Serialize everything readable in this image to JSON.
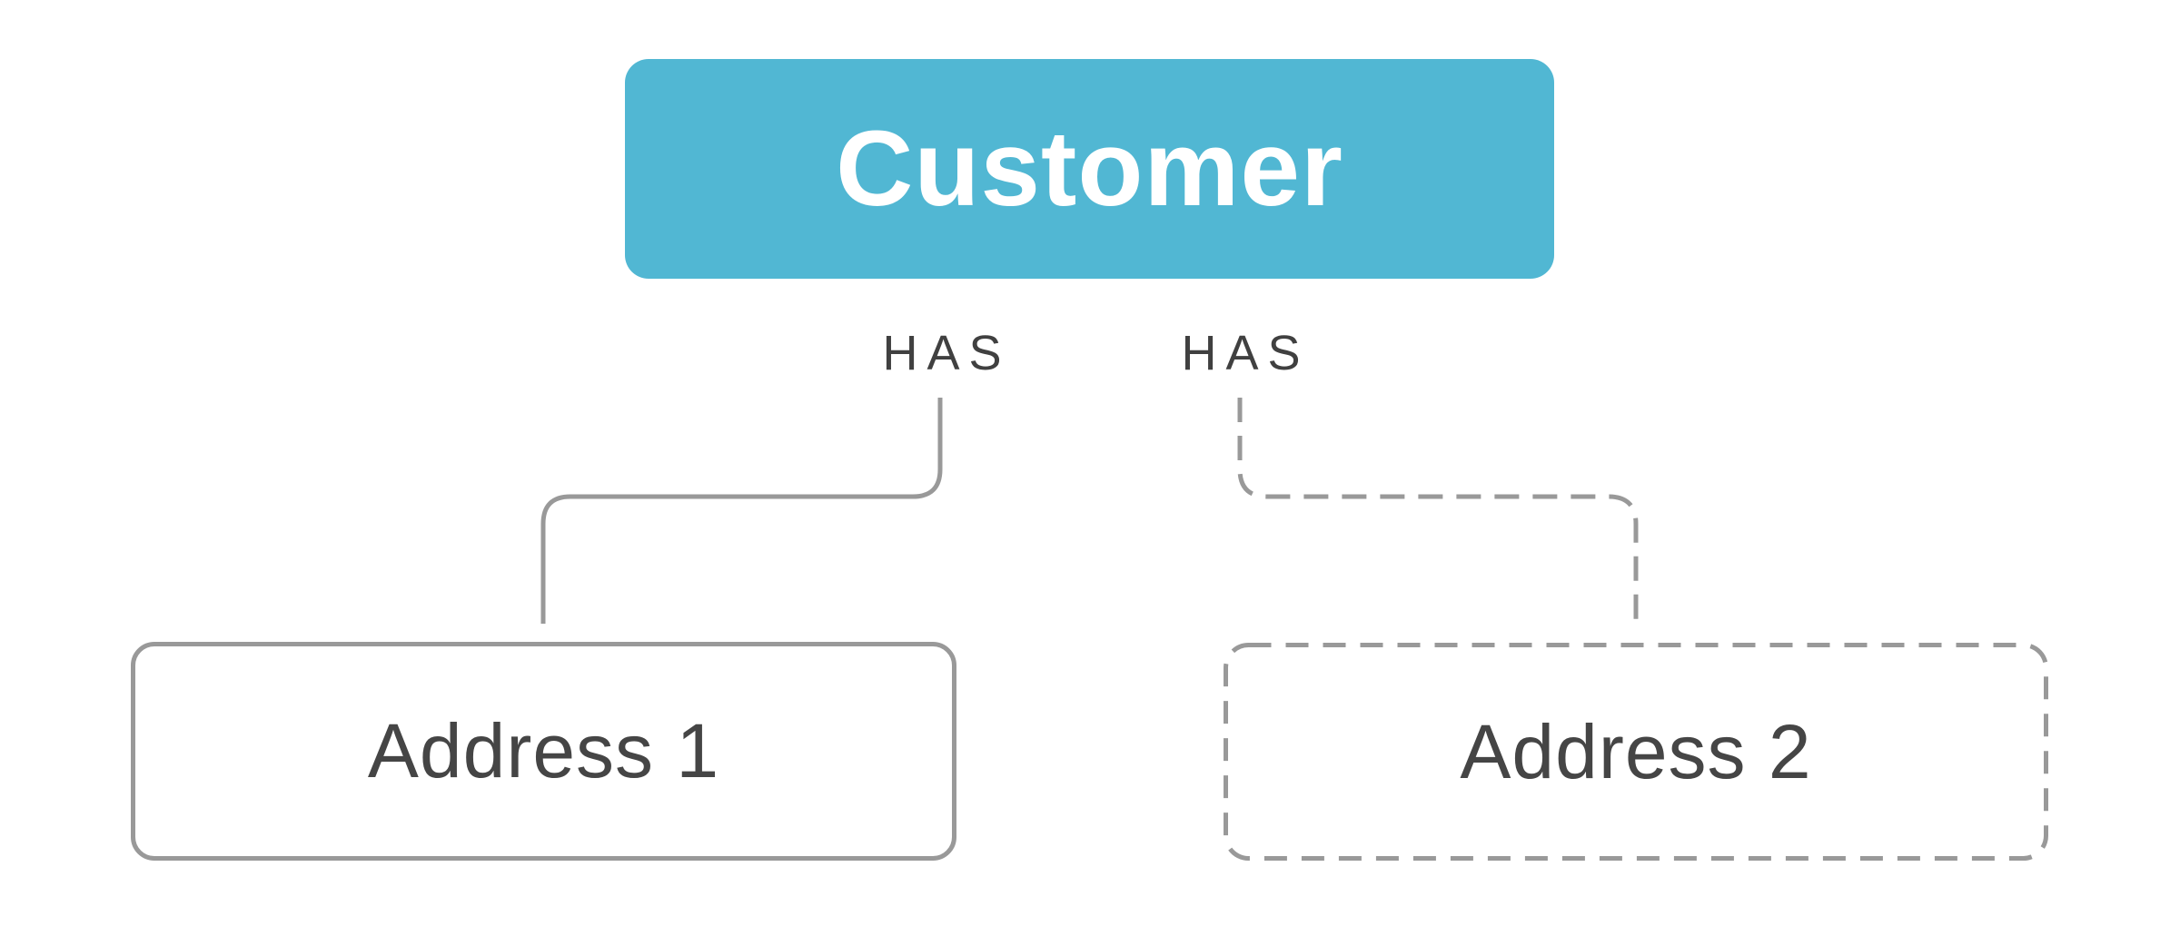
{
  "diagram": {
    "title": "Customer address relationship diagram",
    "customer_node": {
      "label": "Customer",
      "fill_color": "#51b7d3",
      "text_color": "#ffffff"
    },
    "relations": [
      {
        "label": "HAS",
        "line_style": "solid",
        "target": "Address 1"
      },
      {
        "label": "HAS",
        "line_style": "dashed",
        "target": "Address 2"
      }
    ],
    "address_nodes": [
      {
        "label": "Address 1",
        "border_style": "solid"
      },
      {
        "label": "Address 2",
        "border_style": "dashed"
      }
    ],
    "colors": {
      "accent": "#51b7d3",
      "line": "#999999",
      "label_text": "#404040",
      "background": "#ffffff"
    }
  }
}
